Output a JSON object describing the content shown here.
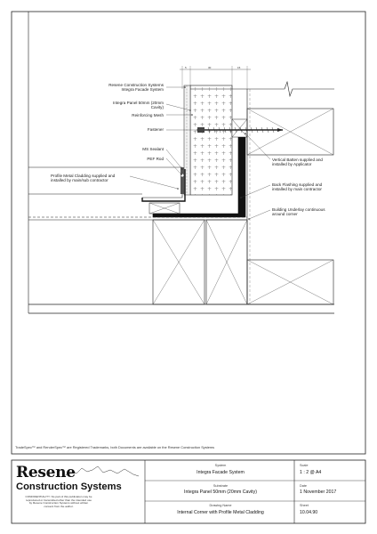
{
  "drawing": {
    "dimensions": {
      "d1": "5",
      "d2": "30",
      "d3": "15"
    },
    "labels": {
      "resene_system": "Resene Construction Systems\nIntegra Facade System",
      "panel": "Integra Panel 50mm (20mm\nCavity)",
      "mesh": "Reinforcing Mesh",
      "fastener": "Fastener",
      "ms_sealant": "MS Sealant",
      "pef_rod": "PEF Rod",
      "profile_cladding": "Profile Metal Cladding supplied and\ninstalled by main/sub contractor",
      "vertical_batten": "Vertical Batten supplied and\ninstalled by Applicator",
      "back_flashing": "Back Flashing supplied and\ninstalled by main contractor",
      "underlay": "Building Underlay continuous\naround corner"
    }
  },
  "footer": {
    "trademark": "TradeSpec™ and RenderSpec™ are Registered Trademarks, both Documents are available on the Resene Construction Systems"
  },
  "title_block": {
    "logo_top": "Resene",
    "logo_bottom": "Construction Systems",
    "confidentiality": "CONFIDENTIALITY: No part of this publication may be reproduced or transmitted other than the intended use by Resene Construction Systems without written consent from the author.",
    "system_label": "System",
    "system_value": "Integra Facade System",
    "substrate_label": "Substrate",
    "substrate_value": "Integra Panel 50mm (20mm Cavity)",
    "drawing_name_label": "Drawing Name",
    "drawing_name_value": "Internal Corner with Profile Metal Cladding",
    "scale_label": "Scale",
    "scale_value": "1 : 2 @ A4",
    "date_label": "Date",
    "date_value": "1 November 2017",
    "sheet_label": "Sheet",
    "sheet_value": "10.04.90"
  }
}
